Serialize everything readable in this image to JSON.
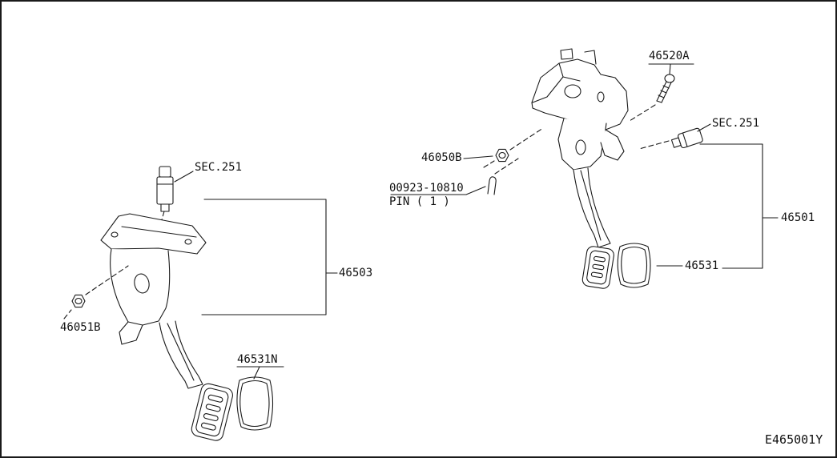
{
  "diagram": {
    "code": "E465001Y",
    "callouts": {
      "sec251_left": "SEC.251",
      "part_46503": "46503",
      "part_46051b": "46051B",
      "part_46531n": "46531N",
      "part_46520a": "46520A",
      "sec251_right": "SEC.251",
      "part_46050b": "46050B",
      "part_00923_10810": "00923-10810",
      "pin_qty": "PIN ( 1 )",
      "part_46501": "46501",
      "part_46531": "46531"
    },
    "colors": {
      "line": "#1a1a1a",
      "background": "#ffffff"
    }
  }
}
